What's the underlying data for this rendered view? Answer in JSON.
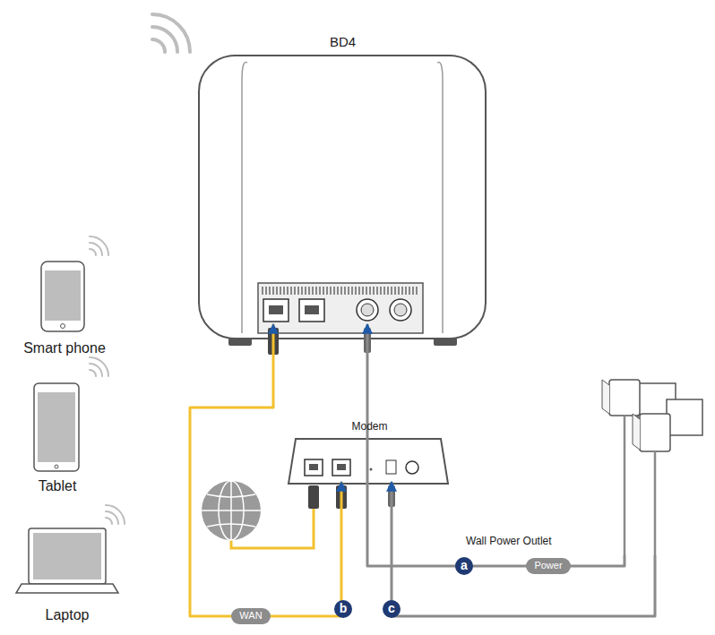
{
  "diagram": {
    "nodes": [
      {
        "text": [
          "BD4"
        ]
      },
      {
        "text": [
          "Smart phone"
        ]
      },
      {
        "text": [
          "Tablet"
        ]
      },
      {
        "text": [
          "Modem"
        ]
      },
      {
        "text": [
          "Wall Power Outlet"
        ]
      },
      {
        "text": [
          "Laptop"
        ]
      }
    ],
    "edges": [
      {
        "from": 0,
        "to": 3,
        "label": "WAN",
        "arrow": "both"
      },
      {
        "from": 4,
        "to": 0,
        "label": "Power",
        "arrow": "to"
      },
      {
        "from": 4,
        "to": 3,
        "arrow": "to"
      }
    ],
    "labels": [
      "a",
      "b",
      "c"
    ]
  }
}
